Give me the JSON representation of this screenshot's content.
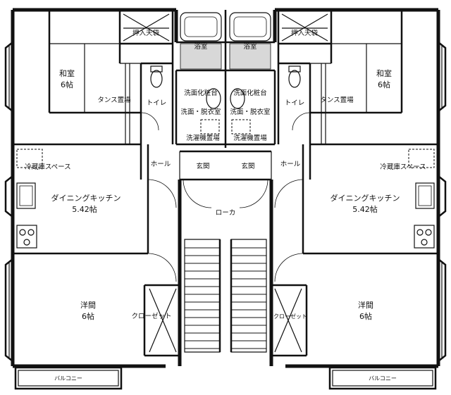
{
  "rooms": {
    "washitsu_left": {
      "name": "和室",
      "size": "6帖"
    },
    "washitsu_right": {
      "name": "和室",
      "size": "6帖"
    },
    "tansu_left": "タンス置場",
    "tansu_right": "タンス置場",
    "oshiire_left": "押入天袋",
    "oshiire_right": "押入天袋",
    "yokushitsu_left": "浴室",
    "yokushitsu_right": "浴室",
    "toilet_left": "トイレ",
    "toilet_right": "トイレ",
    "senmen_left": {
      "line1": "洗面化粧台",
      "line2": "洗面・脱衣室",
      "line3": "洗濯機置場"
    },
    "senmen_right": {
      "line1": "洗面化粧台",
      "line2": "洗面・脱衣室",
      "line3": "洗濯機置場"
    },
    "reizouko_left": "冷蔵庫スペース",
    "reizouko_right": "冷蔵庫スペース",
    "hall_left": "ホール",
    "hall_right": "ホール",
    "genkan_left": "玄関",
    "genkan_right": "玄関",
    "dk_left": {
      "name": "ダイニングキッチン",
      "size": "5.42帖"
    },
    "dk_right": {
      "name": "ダイニングキッチン",
      "size": "5.42帖"
    },
    "roka": "ローカ",
    "youma_left": {
      "name": "洋間",
      "size": "6帖"
    },
    "youma_right": {
      "name": "洋間",
      "size": "6帖"
    },
    "closet_left": "クローゼット",
    "closet_right": "クローゼット",
    "balcony_left": "バルコニー",
    "balcony_right": "バルコニー"
  }
}
